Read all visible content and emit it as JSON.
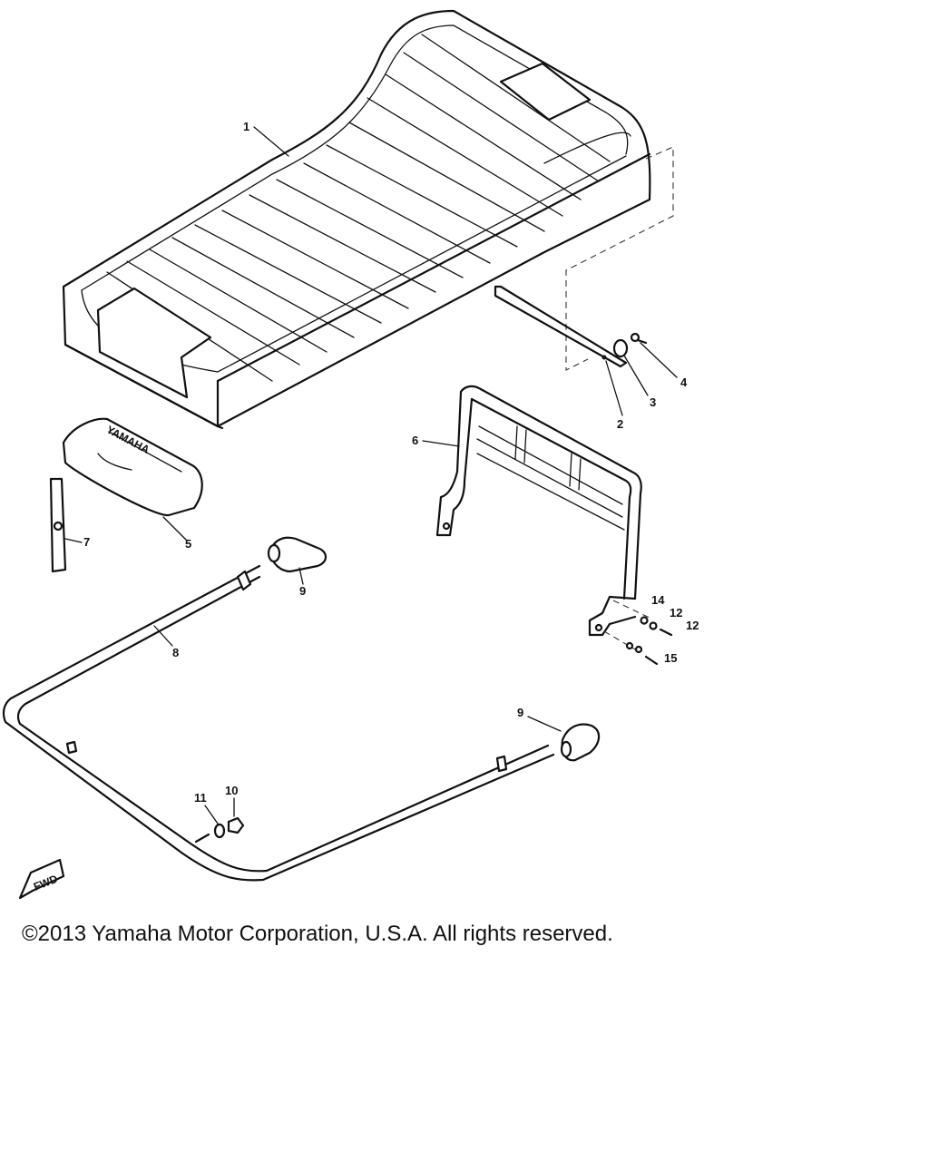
{
  "callouts": [
    {
      "id": "1",
      "label": "1"
    },
    {
      "id": "2",
      "label": "2"
    },
    {
      "id": "3",
      "label": "3"
    },
    {
      "id": "4",
      "label": "4"
    },
    {
      "id": "5",
      "label": "5"
    },
    {
      "id": "6",
      "label": "6"
    },
    {
      "id": "7",
      "label": "7"
    },
    {
      "id": "8",
      "label": "8"
    },
    {
      "id": "9a",
      "label": "9"
    },
    {
      "id": "9b",
      "label": "9"
    },
    {
      "id": "10",
      "label": "10"
    },
    {
      "id": "11",
      "label": "11"
    },
    {
      "id": "12a",
      "label": "12"
    },
    {
      "id": "12b",
      "label": "12"
    },
    {
      "id": "14",
      "label": "14"
    },
    {
      "id": "15",
      "label": "15"
    }
  ],
  "fwd_marker": "FWD",
  "emblem_text": "YAMAHA",
  "copyright": "©2013 Yamaha Motor Corporation, U.S.A. All rights reserved."
}
